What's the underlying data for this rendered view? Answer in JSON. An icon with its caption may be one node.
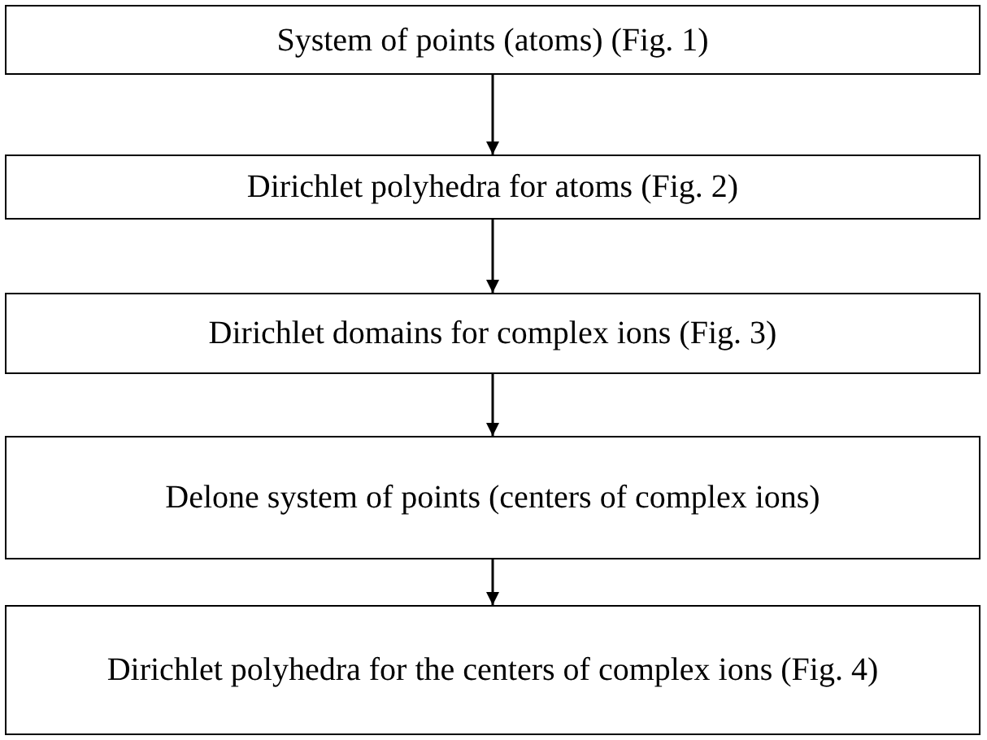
{
  "diagram": {
    "nodes": [
      {
        "text": [
          "System of points (atoms) (Fig. 1)"
        ]
      },
      {
        "text": [
          "Dirichlet polyhedra for atoms (Fig. 2)"
        ]
      },
      {
        "text": [
          "Dirichlet domains for complex ions (Fig. 3)"
        ]
      },
      {
        "text": [
          "Delone system of points (centers of complex ions)"
        ]
      },
      {
        "text": [
          "Dirichlet polyhedra for the centers of complex ions (Fig. 4)"
        ]
      }
    ],
    "edges": [
      {
        "from": 0,
        "to": 1,
        "arrow": "to"
      },
      {
        "from": 1,
        "to": 2,
        "arrow": "to"
      },
      {
        "from": 2,
        "to": 3,
        "arrow": "to"
      },
      {
        "from": 3,
        "to": 4,
        "arrow": "to"
      }
    ]
  }
}
